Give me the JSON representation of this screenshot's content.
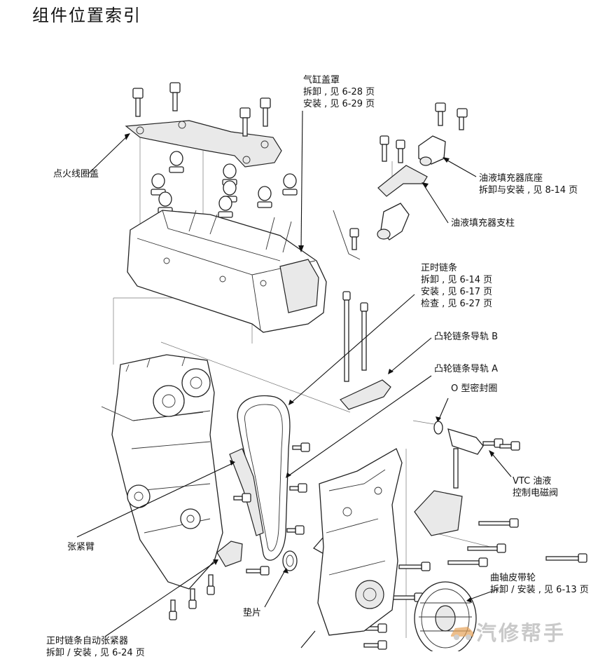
{
  "page": {
    "title": "组件位置索引"
  },
  "callouts": {
    "cylinder_cover": [
      "气缸盖罩",
      "拆卸 , 见 6-28 页",
      "安装 , 见 6-29 页"
    ],
    "ignition_cover": [
      "点火线圈盖"
    ],
    "oil_filler_base": [
      "油液填充器底座",
      "拆卸与安装 , 见 8-14 页"
    ],
    "oil_filler_post": [
      "油液填充器支柱"
    ],
    "timing_chain": [
      "正时链条",
      "拆卸 , 见 6-14 页",
      "安装 , 见 6-17 页",
      "检查 , 见 6-27 页"
    ],
    "cam_guide_b": [
      "凸轮链条导轨 B"
    ],
    "cam_guide_a": [
      "凸轮链条导轨 A"
    ],
    "oring": [
      "O 型密封圈"
    ],
    "vtc_valve": [
      "VTC 油液",
      "控制电磁阀"
    ],
    "tensioner_arm": [
      "张紧臂"
    ],
    "crank_pulley": [
      "曲轴皮带轮",
      "拆卸 / 安装 , 见 6-13 页"
    ],
    "gasket": [
      "垫片"
    ],
    "auto_tensioner": [
      "正时链条自动张紧器",
      "拆卸 / 安装 , 见 6-24 页"
    ]
  },
  "watermark": {
    "text": "汽修帮手",
    "icon": "car-logo-icon",
    "color": "#c9c9c9"
  }
}
